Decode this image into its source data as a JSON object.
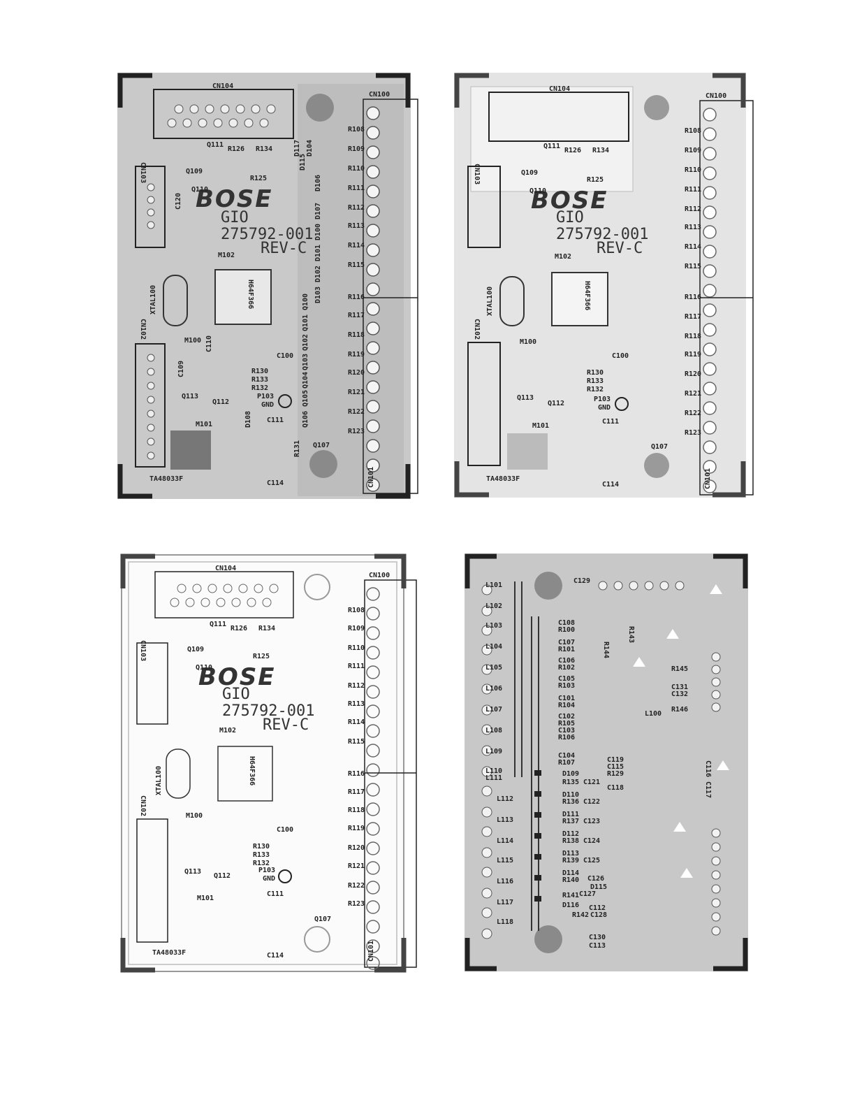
{
  "board": {
    "logo": "BOSE",
    "name": "GIO",
    "part_number": "275792-001",
    "revision": "REV-C",
    "marking": "TA48033F"
  },
  "top_layout_labels": {
    "connectors": [
      "CN104",
      "CN100",
      "CN103",
      "CN102",
      "CN101"
    ],
    "transistors": [
      "Q111",
      "Q109",
      "Q110",
      "Q113",
      "Q112",
      "Q107"
    ],
    "ic": [
      "M102",
      "M100",
      "M101"
    ],
    "ic_marking": "H64F366",
    "crystal": "XTAL100",
    "caps": [
      "C120",
      "C109",
      "C110",
      "C100",
      "C111",
      "C114"
    ],
    "resistors_top": [
      "R126",
      "R134",
      "R125"
    ],
    "resistors_mid": [
      "R130",
      "R133",
      "R132",
      "R131"
    ],
    "test_point": [
      "P103",
      "GND"
    ],
    "diodes_top": [
      "D117",
      "D115",
      "D104"
    ],
    "diode_108": "D108",
    "diode_column": [
      "D106",
      "D107",
      "D100",
      "D101",
      "D102",
      "D103"
    ],
    "q_column": [
      "Q100",
      "Q101",
      "Q102",
      "Q103",
      "Q104",
      "Q105",
      "Q106"
    ],
    "right_resistors": [
      "R108",
      "R109",
      "R110",
      "R111",
      "R112",
      "R113",
      "R114",
      "R115",
      "R116",
      "R117",
      "R118",
      "R119",
      "R120",
      "R121",
      "R122",
      "R123"
    ]
  },
  "bottom_layout_labels": {
    "inductors": [
      "L101",
      "L102",
      "L103",
      "L104",
      "L105",
      "L106",
      "L107",
      "L108",
      "L109",
      "L110",
      "L111",
      "L112",
      "L113",
      "L114",
      "L115",
      "L116",
      "L117",
      "L118"
    ],
    "cap_res_pairs": [
      [
        "C108",
        "R100"
      ],
      [
        "C107",
        "R101"
      ],
      [
        "C106",
        "R102"
      ],
      [
        "C105",
        "R103"
      ],
      [
        "C101",
        "R104"
      ],
      [
        "C102",
        "R105"
      ],
      [
        "C103",
        "R106"
      ],
      [
        "C104",
        "R107"
      ]
    ],
    "rows": [
      [
        "D109",
        "R135",
        "C121"
      ],
      [
        "D110",
        "R136",
        "C122"
      ],
      [
        "D111",
        "R137",
        "C123"
      ],
      [
        "D112",
        "R138",
        "C124"
      ],
      [
        "D113",
        "R139",
        "C125"
      ],
      [
        "D114",
        "R140",
        "C126"
      ],
      [
        "D115",
        "R141",
        "C127"
      ],
      [
        "D116",
        "R142",
        "C128"
      ]
    ],
    "other": [
      "C129",
      "R144",
      "R143",
      "R145",
      "C131",
      "C132",
      "R146",
      "L100",
      "C119",
      "C115",
      "R129",
      "C118",
      "C116",
      "C117",
      "C112",
      "C130",
      "C113"
    ]
  },
  "colors": {
    "board": "#c8c8c8",
    "silk": "#2a2a2a",
    "light_board": "#f2f2f2"
  }
}
